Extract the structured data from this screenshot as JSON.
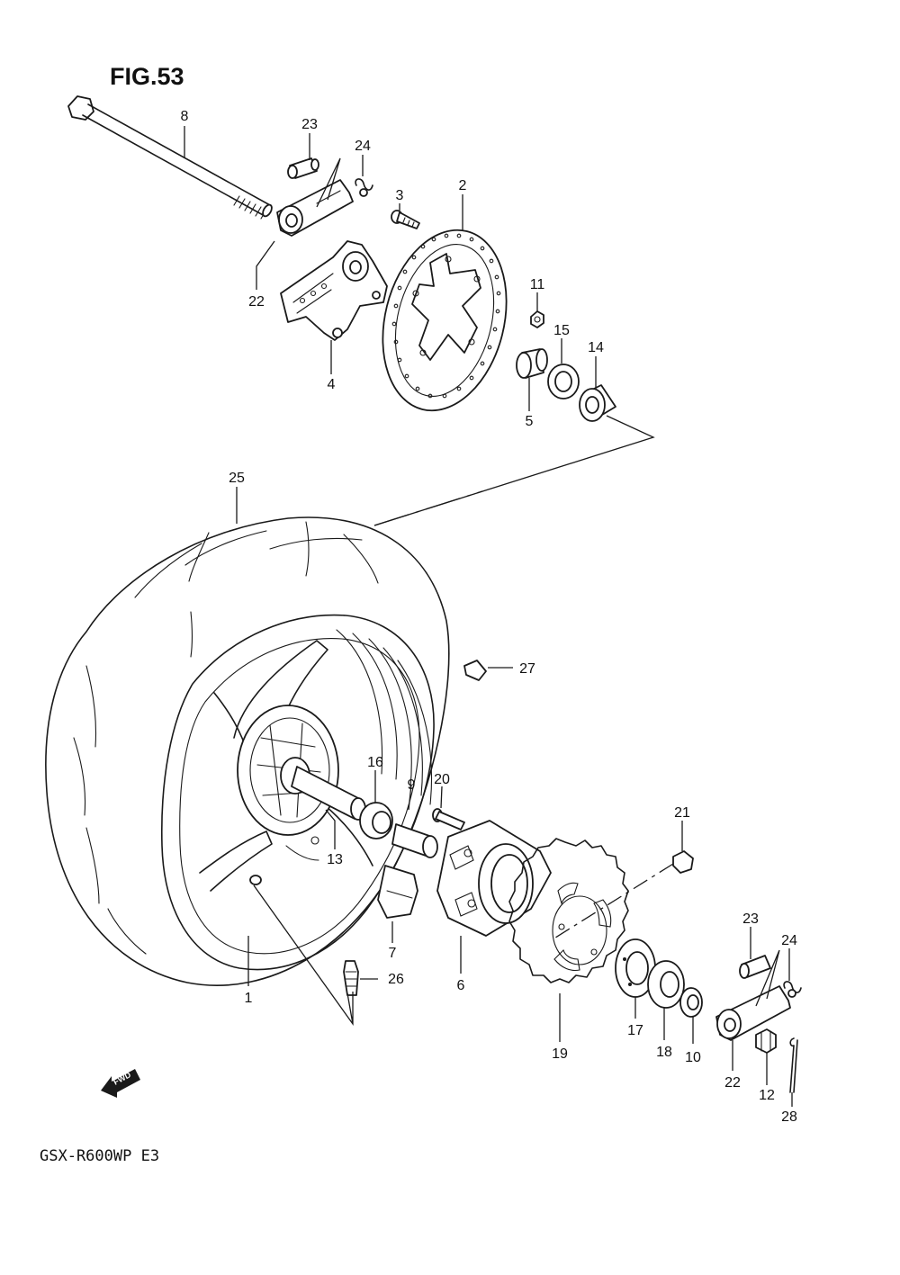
{
  "figure": {
    "title": "FIG.53",
    "model_code": "GSX-R600WP E3",
    "fwd_label": "FWD"
  },
  "callouts": {
    "c1": "1",
    "c2": "2",
    "c3": "3",
    "c4": "4",
    "c5": "5",
    "c6": "6",
    "c7": "7",
    "c8": "8",
    "c9": "9",
    "c10": "10",
    "c11": "11",
    "c12": "12",
    "c13": "13",
    "c14": "14",
    "c15": "15",
    "c16": "16",
    "c17": "17",
    "c18": "18",
    "c19": "19",
    "c20": "20",
    "c21": "21",
    "c22a": "22",
    "c22b": "22",
    "c23a": "23",
    "c23b": "23",
    "c24a": "24",
    "c24b": "24",
    "c25": "25",
    "c26": "26",
    "c27": "27",
    "c28": "28"
  },
  "icons": {
    "fwd_arrow": "fwd-arrow-icon"
  },
  "colors": {
    "ink": "#1a1a1a",
    "paper": "#ffffff"
  }
}
